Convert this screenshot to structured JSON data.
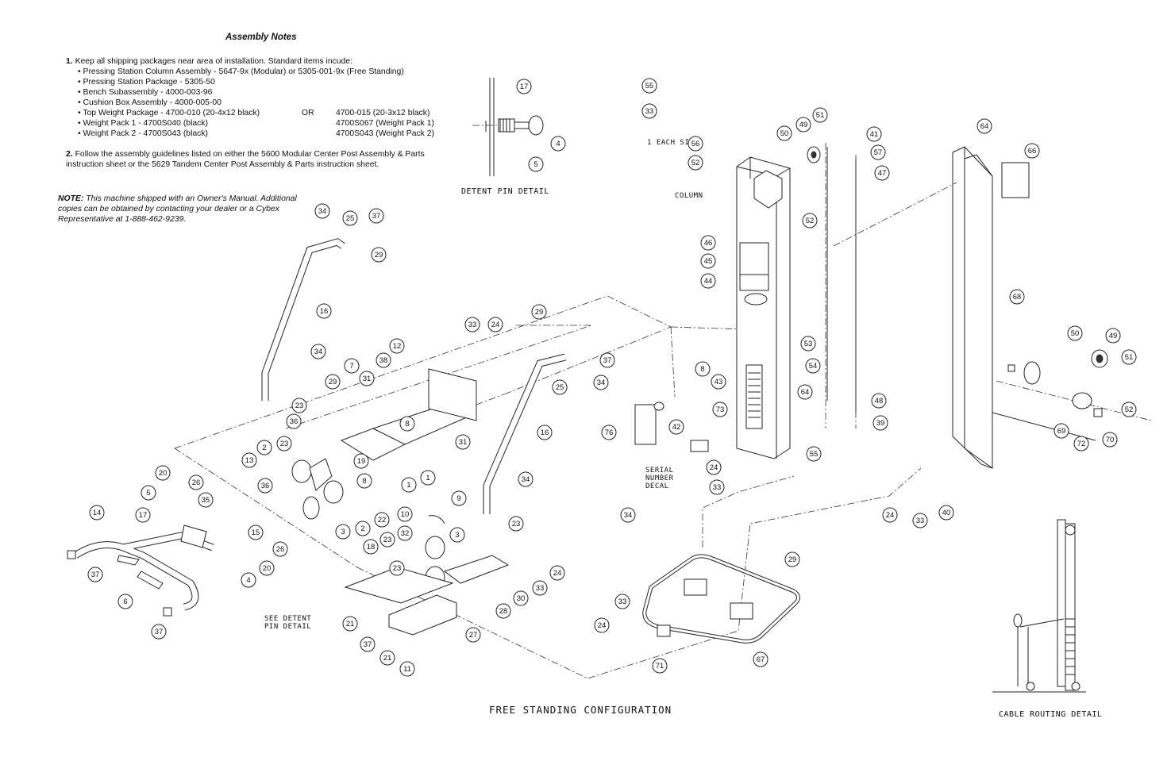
{
  "notes": {
    "title": "Assembly Notes",
    "item1_num": "1.",
    "item1_text": "Keep all shipping packages near area of installation. Standard items incude:",
    "bullets": [
      "• Pressing Station Column Assembly - 5647-9x (Modular) or 5305-001-9x (Free Standing)",
      "• Pressing Station Package - 5305-50",
      "• Bench Subassembly - 4000-003-96",
      "• Cushion Box Assembly - 4000-005-00",
      "• Top Weight Package - 4700-010 (20-4x12 black)",
      "• Weight Pack 1 - 4700S040 (black)",
      "• Weight Pack 2 - 4700S043 (black)"
    ],
    "or_label": "OR",
    "alternates": [
      "4700-015 (20-3x12 black)",
      "4700S067 (Weight Pack 1)",
      "4700S043 (Weight Pack 2)"
    ],
    "item2_num": "2.",
    "item2_text": "Follow the assembly guidelines listed on either the 5600 Modular Center Post Assembly & Parts instruction sheet or the 5629 Tandem Center Post Assembly & Parts instruction sheet.",
    "note_label": "NOTE:",
    "note_text": " This machine shipped with an Owner's Manual. Additional copies can be obtained by contacting your dealer or a Cybex Representative at 1-888-462-9239."
  },
  "captions": {
    "detent_pin_detail": "DETENT PIN DETAIL",
    "free_standing": "FREE STANDING CONFIGURATION",
    "cable_routing": "CABLE ROUTING DETAIL",
    "see_detent_1": "SEE DETENT",
    "see_detent_2": "PIN DETAIL",
    "each_side": "1 EACH SIDE",
    "column": "COLUMN",
    "serial_1": "SERIAL",
    "serial_2": "NUMBER",
    "serial_3": "DECAL"
  },
  "callouts": [
    "17",
    "4",
    "5",
    "55",
    "33",
    "56",
    "52",
    "50",
    "49",
    "51",
    "41",
    "57",
    "47",
    "64",
    "66",
    "52",
    "46",
    "45",
    "44",
    "68",
    "53",
    "8",
    "43",
    "54",
    "64",
    "73",
    "48",
    "39",
    "76",
    "42",
    "55",
    "24",
    "33",
    "50",
    "49",
    "51",
    "52",
    "69",
    "72",
    "70",
    "40",
    "24",
    "33",
    "34",
    "25",
    "37",
    "29",
    "16",
    "34",
    "23",
    "12",
    "38",
    "33",
    "24",
    "29",
    "37",
    "25",
    "34",
    "1",
    "7",
    "29",
    "31",
    "36",
    "8",
    "23",
    "2",
    "13",
    "19",
    "8",
    "31",
    "1",
    "36",
    "3",
    "2",
    "22",
    "9",
    "3",
    "16",
    "34",
    "23",
    "20",
    "26",
    "35",
    "5",
    "17",
    "14",
    "15",
    "26",
    "20",
    "4",
    "37",
    "6",
    "37",
    "10",
    "32",
    "18",
    "23",
    "23",
    "24",
    "33",
    "30",
    "28",
    "27",
    "21",
    "37",
    "21",
    "11",
    "34",
    "29",
    "33",
    "24",
    "71",
    "67"
  ],
  "diagram_layout_note": ""
}
